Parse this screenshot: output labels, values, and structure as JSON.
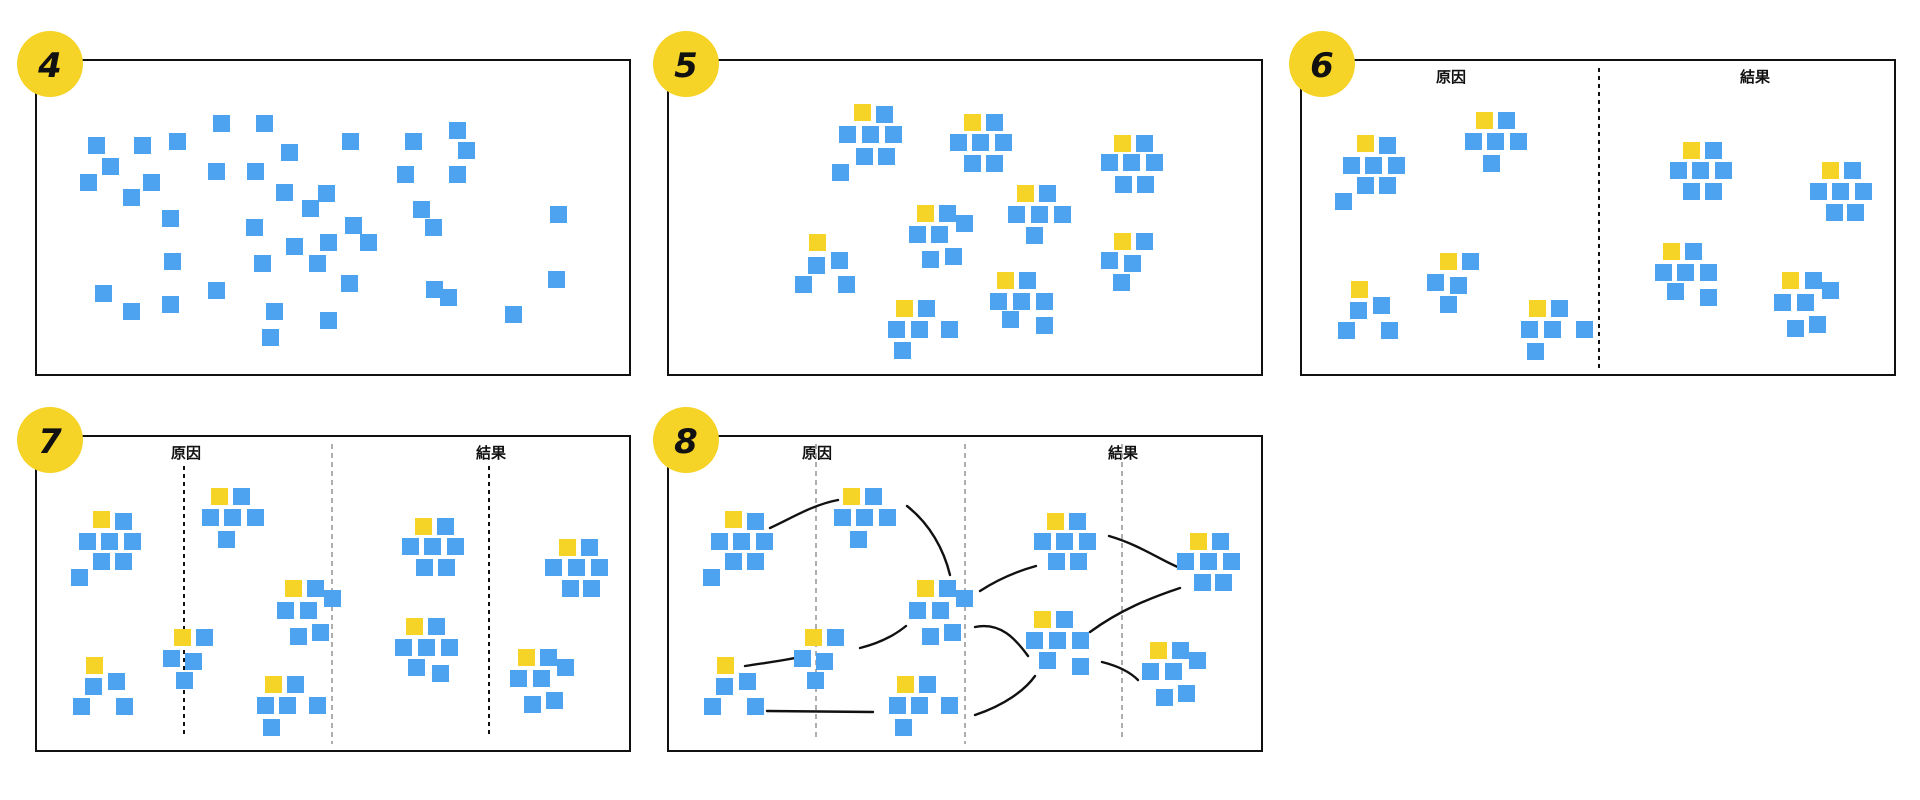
{
  "colors": {
    "note_blue": "#4da3f0",
    "note_yellow": "#f5d327",
    "badge": "#f5d327"
  },
  "panels": [
    {
      "id": "4",
      "step_label": "4",
      "columns": []
    },
    {
      "id": "5",
      "step_label": "5",
      "columns": []
    },
    {
      "id": "6",
      "step_label": "6",
      "columns": [
        "原因",
        "結果"
      ]
    },
    {
      "id": "7",
      "step_label": "7",
      "columns": [
        "原因",
        "結果"
      ]
    },
    {
      "id": "8",
      "step_label": "8",
      "columns": [
        "原因",
        "結果"
      ]
    }
  ]
}
